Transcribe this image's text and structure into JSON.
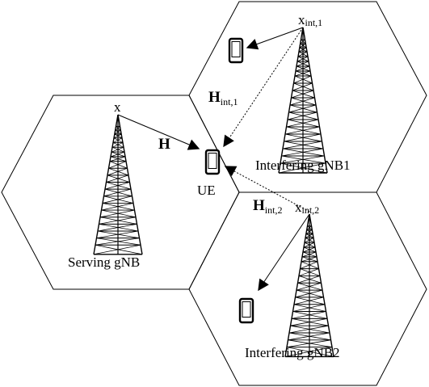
{
  "cells": {
    "serving": {
      "label": "Serving gNB",
      "signal": "x"
    },
    "int1": {
      "label": "Interfering gNB1",
      "signal_base": "x",
      "signal_sub": "int,1"
    },
    "int2": {
      "label": "Interfering gNB2",
      "signal_base": "x",
      "signal_sub": "int,2"
    }
  },
  "ue": {
    "label": "UE"
  },
  "channels": {
    "h": "H",
    "h_int1_base": "H",
    "h_int1_sub": "int,1",
    "h_int2_base": "H",
    "h_int2_sub": "int,2"
  },
  "icons": {
    "tower": "lattice-tower-icon",
    "phone": "mobile-phone-icon"
  },
  "colors": {
    "stroke": "#000000",
    "background": "#ffffff"
  }
}
